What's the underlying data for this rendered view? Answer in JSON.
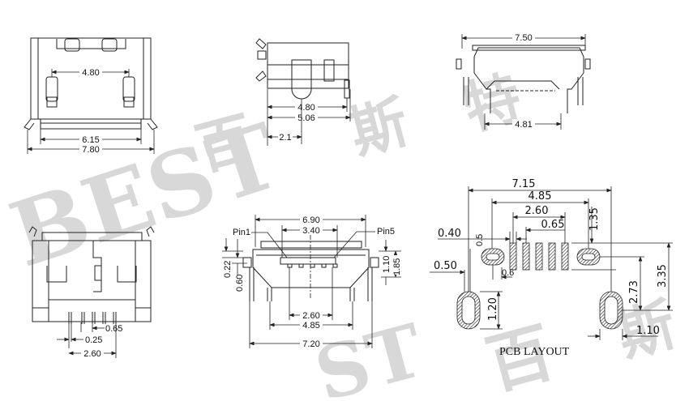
{
  "watermark": {
    "latin": "BEST",
    "cjk": [
      "百",
      "斯",
      "特"
    ],
    "color": "#d8d8d8"
  },
  "views": {
    "top_left": {
      "label": "top-view",
      "dims": {
        "inner_pins": "4.80",
        "inner_width": "6.15",
        "overall_width": "7.80"
      }
    },
    "top_middle": {
      "label": "side-view",
      "dims": {
        "a": "4.80",
        "b": "5.06",
        "c": "2.1"
      }
    },
    "top_right": {
      "label": "front-view",
      "dims": {
        "overall": "7.50",
        "legs": "4.81"
      }
    },
    "bottom_left": {
      "label": "bottom-view",
      "dims": {
        "pitch": "0.65",
        "pin_width": "0.25",
        "span": "2.60"
      }
    },
    "bottom_middle": {
      "label": "front-detail-view",
      "pin1": "Pin1",
      "pin5": "Pin5",
      "dims": {
        "overall_top": "6.90",
        "pin_span_top": "3.40",
        "h1": "0.22",
        "h2": "0.60",
        "h3": "1.10",
        "h4": "1.85",
        "pin_span_bottom": "2.60",
        "legs": "4.85",
        "overall_bottom": "7.20"
      }
    },
    "pcb_layout": {
      "title": "PCB LAYOUT",
      "dims": {
        "overall": "7.15",
        "slot_span": "4.85",
        "pad_span": "2.60",
        "pitch": "0.65",
        "h_top": "1.35",
        "pad_width": "0.40",
        "slot_offset": "0.50",
        "slot_height": "1.20",
        "v_273": "2.73",
        "v_335": "3.35",
        "slot_width": "1.10",
        "small_05": "0.5",
        "small_06": "0.6"
      }
    }
  }
}
